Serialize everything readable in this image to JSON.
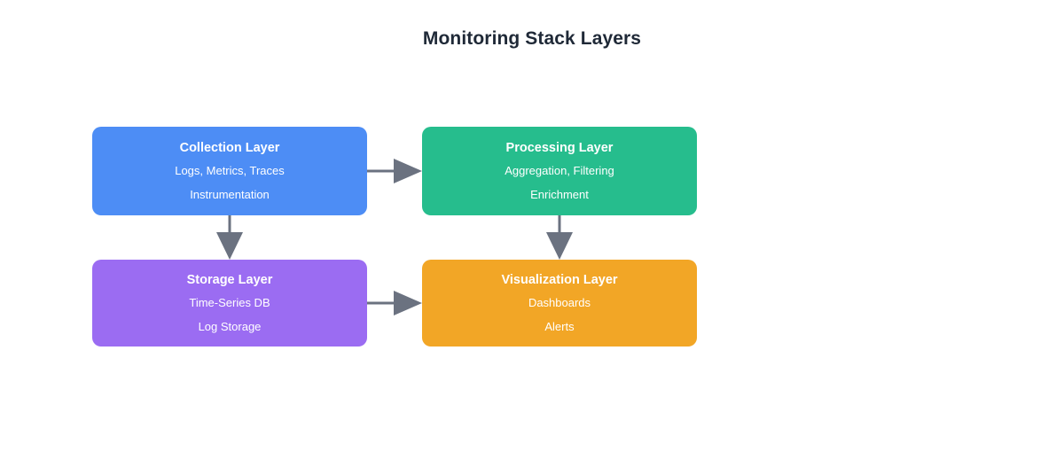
{
  "title": "Monitoring Stack Layers",
  "colors": {
    "background": "#ffffff",
    "title_text": "#1f2937",
    "node_text": "#ffffff",
    "arrow": "#6b7280",
    "collection": "#4d8df5",
    "processing": "#26bd8d",
    "storage": "#9b6cf2",
    "visualization": "#f2a626"
  },
  "diagram": {
    "type": "flowchart",
    "layout": "2x2 grid",
    "nodes": [
      {
        "id": "collection",
        "title": "Collection Layer",
        "lines": [
          "Logs, Metrics, Traces",
          "Instrumentation"
        ],
        "color": "#4d8df5",
        "row": 1,
        "column": 1
      },
      {
        "id": "processing",
        "title": "Processing Layer",
        "lines": [
          "Aggregation, Filtering",
          "Enrichment"
        ],
        "color": "#26bd8d",
        "row": 1,
        "column": 2
      },
      {
        "id": "storage",
        "title": "Storage Layer",
        "lines": [
          "Time-Series DB",
          "Log Storage"
        ],
        "color": "#9b6cf2",
        "row": 2,
        "column": 1
      },
      {
        "id": "visualization",
        "title": "Visualization Layer",
        "lines": [
          "Dashboards",
          "Alerts"
        ],
        "color": "#f2a626",
        "row": 2,
        "column": 2
      }
    ],
    "edges": [
      {
        "id": "collection-to-processing",
        "from": "collection",
        "to": "processing",
        "direction": "right",
        "label": ""
      },
      {
        "id": "collection-to-storage",
        "from": "collection",
        "to": "storage",
        "direction": "down",
        "label": ""
      },
      {
        "id": "processing-to-visualization",
        "from": "processing",
        "to": "visualization",
        "direction": "down",
        "label": ""
      },
      {
        "id": "storage-to-visualization",
        "from": "storage",
        "to": "visualization",
        "direction": "right",
        "label": ""
      }
    ]
  }
}
